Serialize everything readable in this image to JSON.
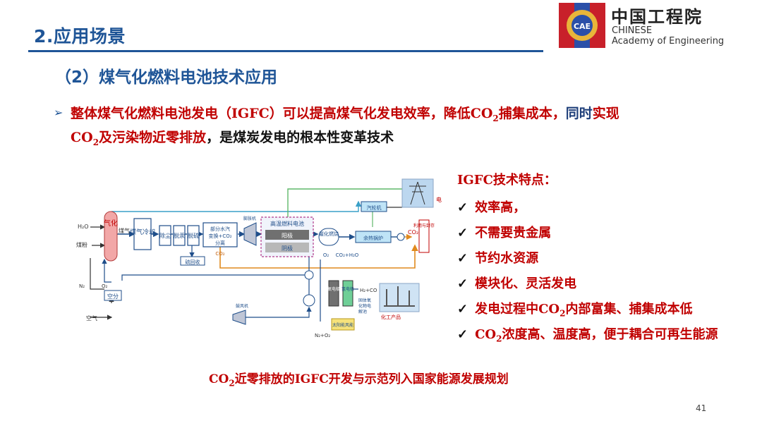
{
  "header": {
    "title": "2.应用场景",
    "logo_zh": "中国工程院",
    "logo_en_line1": "CHINESE",
    "logo_en_line2": "Academy of Engineering",
    "logo_badge": "CAE"
  },
  "section_title": "（2）煤气化燃料电池技术应用",
  "bullet": {
    "l1_a": "整体煤气化燃料电池发电（IGFC）可以提高煤气化发电效率，降低CO",
    "l1_sub": "2",
    "l1_b": "捕集成本，",
    "l1_c": "同时",
    "l1_d": "实现",
    "l2_a": "CO",
    "l2_sub": "2",
    "l2_b": "及污染物近零排放",
    "l2_c": "，是煤炭发电的根本性变革技术"
  },
  "diagram": {
    "h2o": "H₂O",
    "coal": "煤粉",
    "gasifier": "气化",
    "gas": "煤气",
    "cooler": "煤气冷却",
    "dust": "除尘",
    "dehg": "脱汞",
    "desulf": "脱硫",
    "shift_l1": "部分水汽",
    "shift_l2": "变换+CO₂",
    "shift_l3": "分离",
    "sulfur": "硫回收",
    "co2_1": "CO₂",
    "expander": "膨胀机",
    "fuelcell": "高温燃料电池",
    "anode": "阳极",
    "cathode": "阴极",
    "catalytic": "催化燃烧",
    "steam_turbine": "汽轮机",
    "hrsg": "余热锅炉",
    "elec": "电",
    "co2_2": "CO₂",
    "use_storage": "利用与封存",
    "o2_a": "O₂",
    "co2h2o": "CO₂+H₂O",
    "n2": "N₂",
    "o2_b": "O₂",
    "asu": "空分",
    "air": "空气",
    "blower": "鼓风机",
    "n2o2": "N₂+O₂",
    "o2_electrode": "氧电极",
    "h2_electrode": "氢电极",
    "h2co": "H₂+CO",
    "sofc_l1": "固体氧",
    "sofc_l2": "化物电",
    "sofc_l3": "解池",
    "solar": "太阳能风能",
    "chem": "化工产品"
  },
  "features": {
    "title": "IGFC技术特点：",
    "items": [
      {
        "text": "效率高，"
      },
      {
        "text": "不需要贵金属"
      },
      {
        "text": "节约水资源"
      },
      {
        "text": "模块化、灵活发电"
      },
      {
        "a": "发电过程中CO",
        "sub": "2",
        "b": "内部富集、捕集成本低"
      },
      {
        "a": "CO",
        "sub": "2",
        "b": "浓度高、温度高，便于耦合可再生能源"
      }
    ]
  },
  "bottom_note": {
    "a": "CO",
    "sub": "2",
    "b": "近零排放的IGFC开发与示范列入国家能源发展规划"
  },
  "page_number": "41",
  "colors": {
    "primary": "#1f5597",
    "accent": "#c00000"
  }
}
